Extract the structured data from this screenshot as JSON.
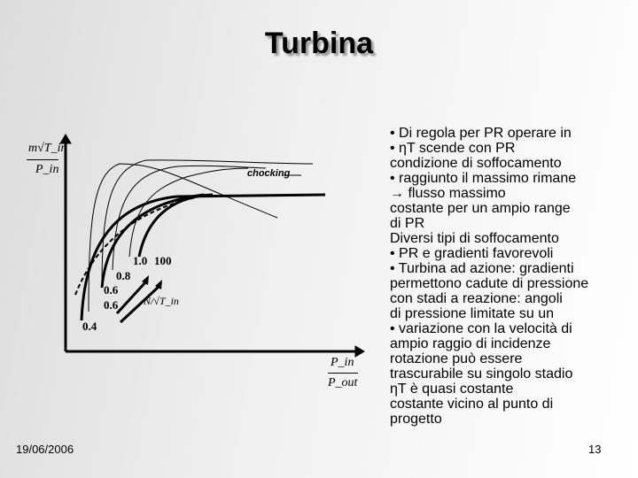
{
  "title": "Turbina",
  "diagram": {
    "y_axis_label": {
      "numerator": "m√T_in",
      "denominator": "P_in"
    },
    "x_axis_label": {
      "numerator": "P_in",
      "denominator": "P_out"
    },
    "choking_label": "chocking",
    "speed_param_label": "N/√T_in",
    "curve_labels": [
      "1.0",
      "100",
      "0.8",
      "0.6",
      "0.6",
      "0.4"
    ]
  },
  "text": {
    "l1a": "• Di regola per PR operare in",
    "l1b": "• ηT scende con PR",
    "l2": "condizione di soffocamento",
    "l3": "• raggiunto il massimo rimane",
    "l4": "→ flusso massimo",
    "l5": "costante per un ampio range",
    "l6a": "di PR",
    "l6b": "Diversi tipi di soffocamento",
    "l7a": "• PR e gradienti favorevoli",
    "l7b": "• Turbina ad azione: gradienti",
    "l8a": "permettono cadute di pressione",
    "l8b": "con stadi a reazione: angoli",
    "l9": "di pressione limitate su un",
    "l10": "• variazione con la velocità di",
    "l11": "ampio raggio di incidenze",
    "l12": "rotazione può essere",
    "l13a": "trascurabile su singolo stadio",
    "l13b": "ηT è quasi costante",
    "l14": "costante vicino al punto di",
    "l15": "progetto"
  },
  "footer": {
    "date": "19/06/2006",
    "page": "13"
  }
}
